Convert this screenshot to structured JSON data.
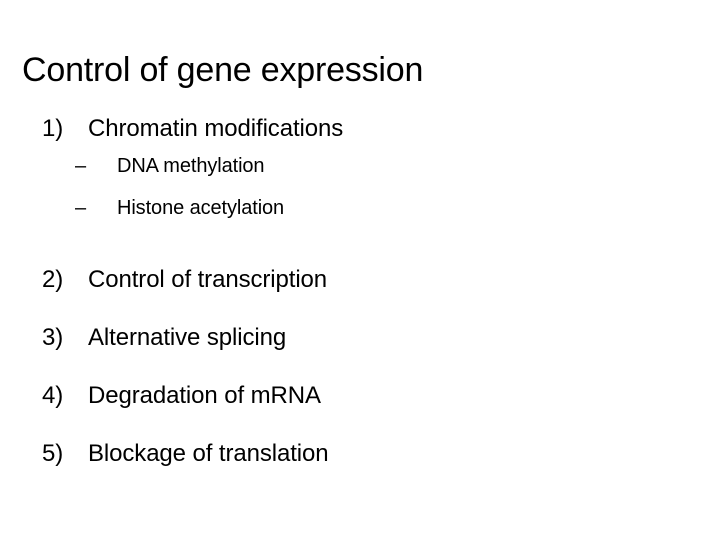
{
  "slide": {
    "title": "Control of gene expression",
    "background_color": "#ffffff",
    "text_color": "#000000",
    "items": [
      {
        "marker": "1)",
        "text": "Chromatin modifications",
        "sub_marker": "–",
        "sub_items": [
          "DNA methylation",
          "Histone acetylation"
        ]
      },
      {
        "marker": "2)",
        "text": "Control of transcription",
        "sub_items": []
      },
      {
        "marker": "3)",
        "text": "Alternative splicing",
        "sub_items": []
      },
      {
        "marker": "4)",
        "text": "Degradation of mRNA",
        "sub_items": []
      },
      {
        "marker": "5)",
        "text": "Blockage of translation",
        "sub_items": []
      }
    ]
  }
}
